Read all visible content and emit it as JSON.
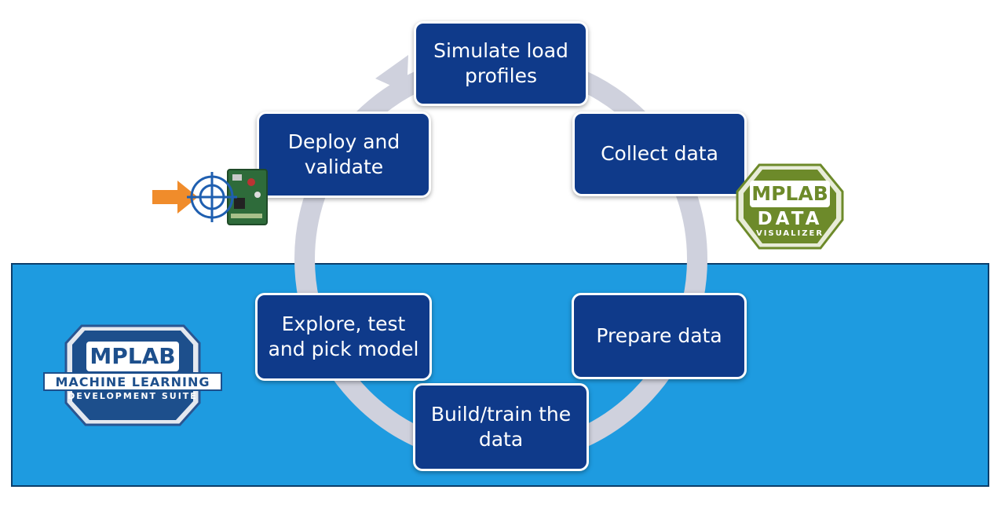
{
  "colors": {
    "band": "#1e9be0",
    "box": "#0f3a8a",
    "ring": "#cfd1dd",
    "arrow": "#f08c2b",
    "green_badge": "#6d8a2a",
    "blue_badge": "#1d4f8c"
  },
  "steps": [
    {
      "id": "simulate",
      "label": "Simulate load\nprofiles"
    },
    {
      "id": "collect",
      "label": "Collect data"
    },
    {
      "id": "prepare",
      "label": "Prepare data"
    },
    {
      "id": "build",
      "label": "Build/train the\ndata"
    },
    {
      "id": "explore",
      "label": "Explore, test\nand pick model"
    },
    {
      "id": "deploy",
      "label": "Deploy and\nvalidate"
    }
  ],
  "badges": {
    "data_visualizer": {
      "line1": "MPLAB",
      "line2": "DATA",
      "line3": "VISUALIZER"
    },
    "ml_suite": {
      "line1": "MPLAB",
      "line2": "MACHINE LEARNING",
      "line3": "DEVELOPMENT SUITE"
    }
  },
  "icons": [
    "target-crosshair-icon",
    "circuit-board-icon",
    "orange-arrow-icon"
  ]
}
